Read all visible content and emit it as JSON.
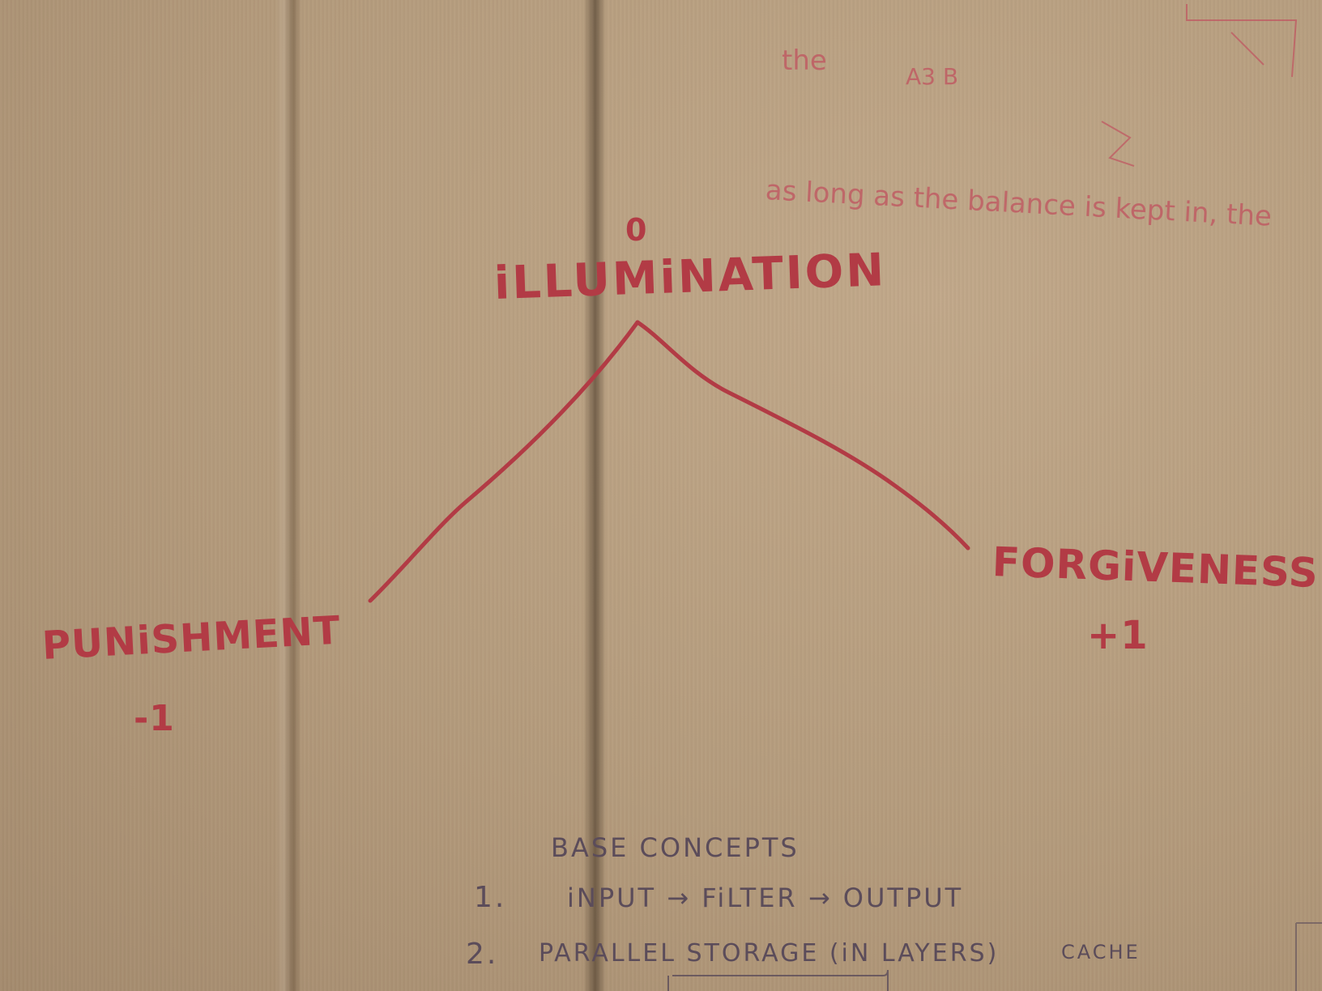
{
  "diagram": {
    "top_value": "0",
    "top_label": "iLLUMiNATION",
    "left_label": "PUNiSHMENT",
    "left_value": "-1",
    "right_label": "FORGiVENESS",
    "right_value": "+1"
  },
  "notes": {
    "heading": "BASE CONCEPTS",
    "item1_num": "1.",
    "item1_text": "iNPUT → FiLTER → OUTPUT",
    "item2_num": "2.",
    "item2_text": "PARALLEL STORAGE (iN LAYERS)",
    "item2_suffix": "CACHE"
  },
  "corner_notes": {
    "line1": "the",
    "line2": "A3 B",
    "line3": "as long as the balance is kept in, the"
  },
  "colors": {
    "marker_red": "#b23b45",
    "pencil": "#5b4c5a",
    "cardboard": "#b49b7c"
  }
}
